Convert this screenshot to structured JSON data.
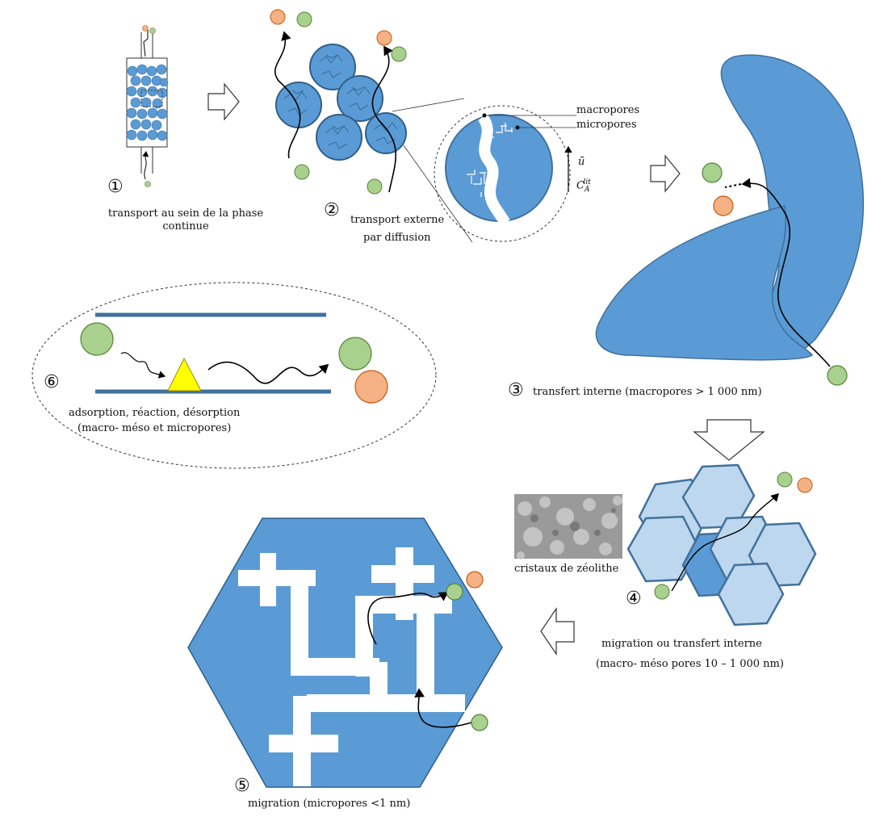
{
  "steps": {
    "s1": {
      "number": "①",
      "label": "transport au sein de la phase continue"
    },
    "s2": {
      "number": "②",
      "label_line1": "transport externe",
      "label_line2": "par diffusion"
    },
    "s3": {
      "number": "③",
      "label": "transfert interne  (macropores > 1 000 nm)"
    },
    "s4": {
      "number": "④",
      "label_line1": "migration ou transfert interne",
      "label_line2": "(macro- méso pores 10 – 1 000 nm)"
    },
    "s5": {
      "number": "⑤",
      "label": "migration  (micropores <1 nm)"
    },
    "s6": {
      "number": "⑥",
      "label_line1": "adsorption, réaction, désorption",
      "label_line2": "(macro- méso et micropores)"
    }
  },
  "zoom_labels": {
    "macropores": "macropores",
    "micropores": "micropores",
    "velocity": "ū",
    "concentration_main": "C",
    "concentration_sub": "A",
    "concentration_sup": "lit"
  },
  "zeolite_caption": "cristaux de zéolithe",
  "colors": {
    "particle_blue": "#5b9bd5",
    "particle_dark": "#2e5f8a",
    "reactant_green": "#a9d18e",
    "product_orange": "#f4b183",
    "catalyst_yellow": "#ffff00",
    "channel_line": "#41719c",
    "hex_light": "#bdd7ee"
  }
}
